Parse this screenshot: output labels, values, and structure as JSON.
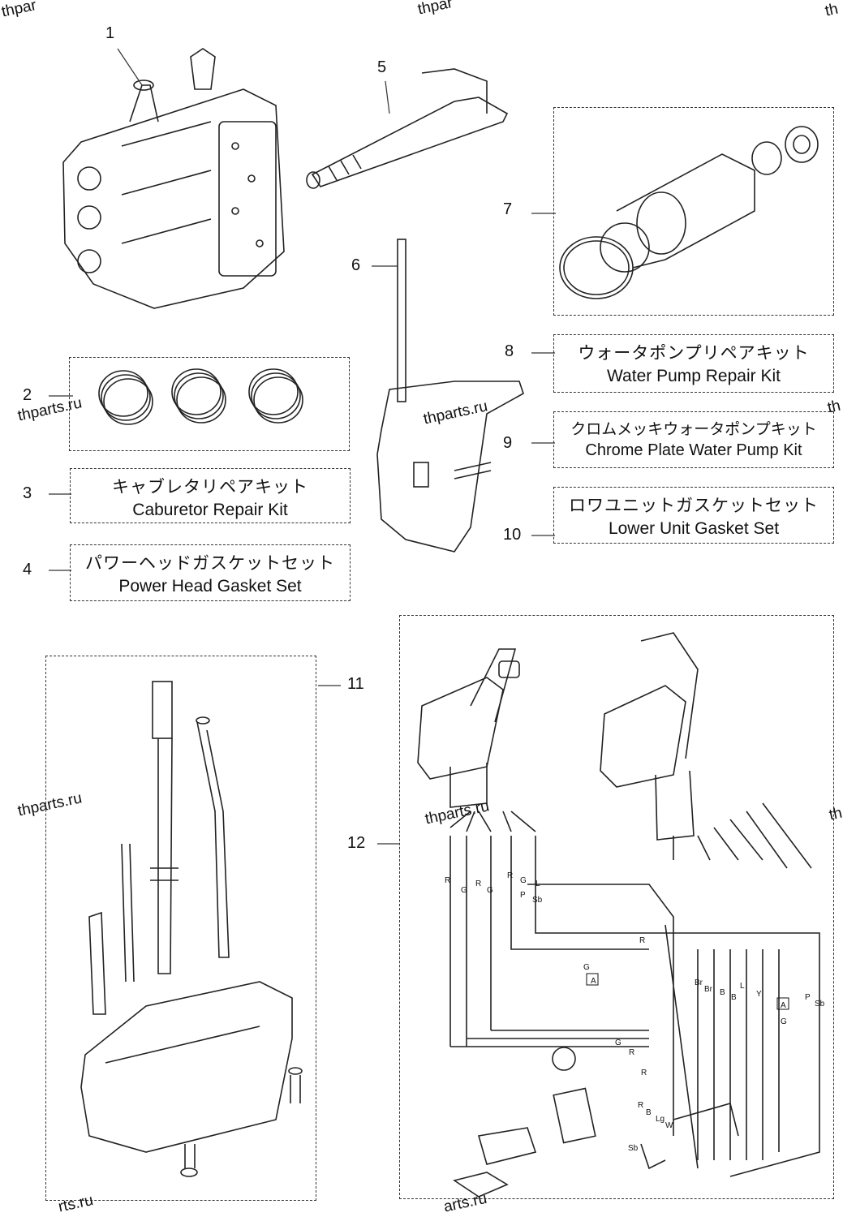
{
  "watermark": "thparts.ru",
  "watermark_partial": [
    "thpar",
    "thpar",
    "th",
    "th",
    "th",
    "rts.ru",
    "arts.ru"
  ],
  "callouts": [
    "1",
    "2",
    "3",
    "4",
    "5",
    "6",
    "7",
    "8",
    "9",
    "10",
    "11",
    "12"
  ],
  "kits": {
    "carburetor": {
      "jp": "キャブレタリペアキット",
      "en": "Caburetor Repair Kit"
    },
    "power_head": {
      "jp": "パワーヘッドガスケットセット",
      "en": "Power Head Gasket Set"
    },
    "water_pump": {
      "jp": "ウォータポンプリペアキット",
      "en": "Water Pump Repair Kit"
    },
    "chrome_pump": {
      "jp": "クロムメッキウォータポンプキット",
      "en": "Chrome Plate Water Pump Kit"
    },
    "lower_gasket": {
      "jp": "ロワユニットガスケットセット",
      "en": "Lower Unit Gasket Set"
    }
  },
  "wire_labels": [
    "R",
    "G",
    "R",
    "G",
    "R",
    "G",
    "P",
    "L",
    "Sb",
    "R",
    "G",
    "A",
    "Br",
    "Br",
    "B",
    "B",
    "L",
    "Y",
    "A",
    "G",
    "P",
    "Sb",
    "G",
    "R",
    "R",
    "R",
    "B",
    "Lg",
    "W",
    "Sb"
  ]
}
